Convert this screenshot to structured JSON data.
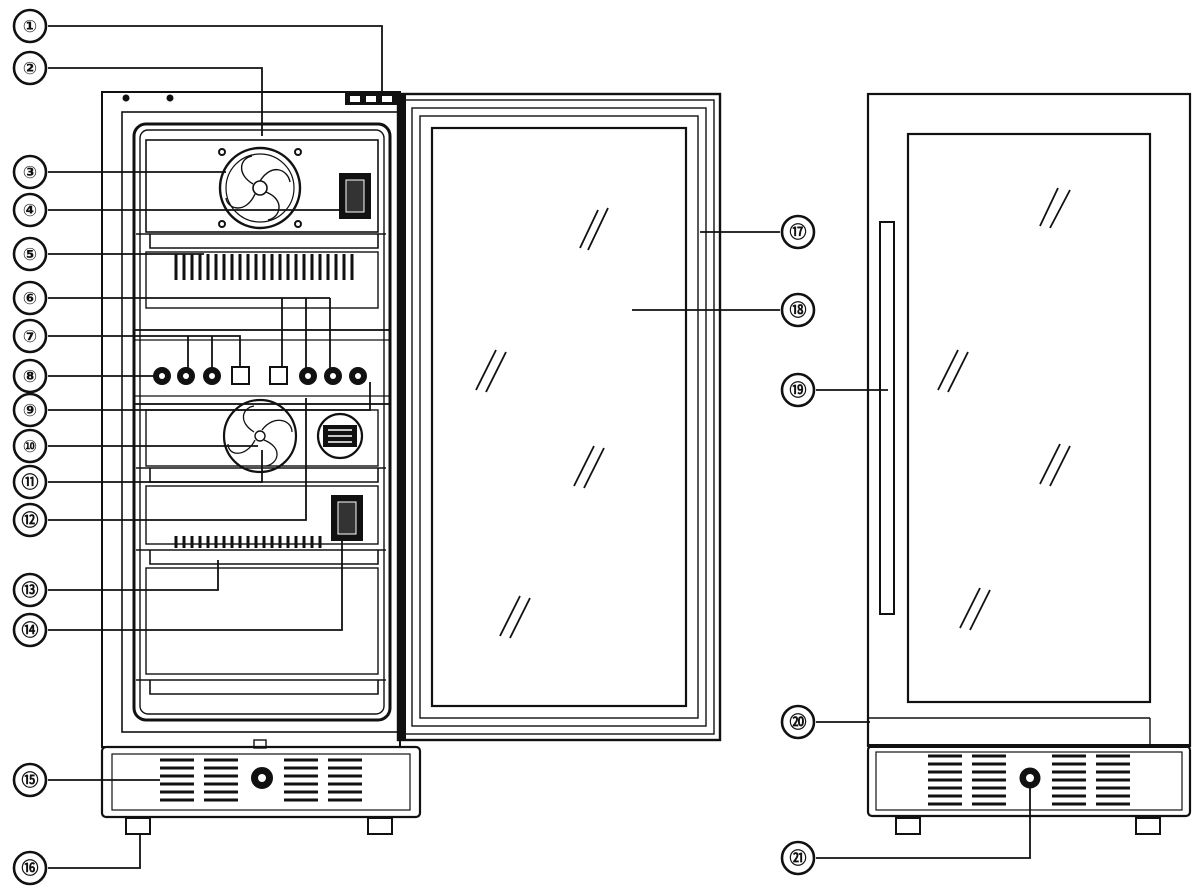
{
  "callouts": [
    {
      "id": "1",
      "label": "①"
    },
    {
      "id": "2",
      "label": "②"
    },
    {
      "id": "3",
      "label": "③"
    },
    {
      "id": "4",
      "label": "④"
    },
    {
      "id": "5",
      "label": "⑤"
    },
    {
      "id": "6",
      "label": "⑥"
    },
    {
      "id": "7",
      "label": "⑦"
    },
    {
      "id": "8",
      "label": "⑧"
    },
    {
      "id": "9",
      "label": "⑨"
    },
    {
      "id": "10",
      "label": "⑩"
    },
    {
      "id": "11",
      "label": "⑪"
    },
    {
      "id": "12",
      "label": "⑫"
    },
    {
      "id": "13",
      "label": "⑬"
    },
    {
      "id": "14",
      "label": "⑭"
    },
    {
      "id": "15",
      "label": "⑮"
    },
    {
      "id": "16",
      "label": "⑯"
    },
    {
      "id": "17",
      "label": "⑰"
    },
    {
      "id": "18",
      "label": "⑱"
    },
    {
      "id": "19",
      "label": "⑲"
    },
    {
      "id": "20",
      "label": "⑳"
    },
    {
      "id": "21",
      "label": "㉑"
    }
  ]
}
